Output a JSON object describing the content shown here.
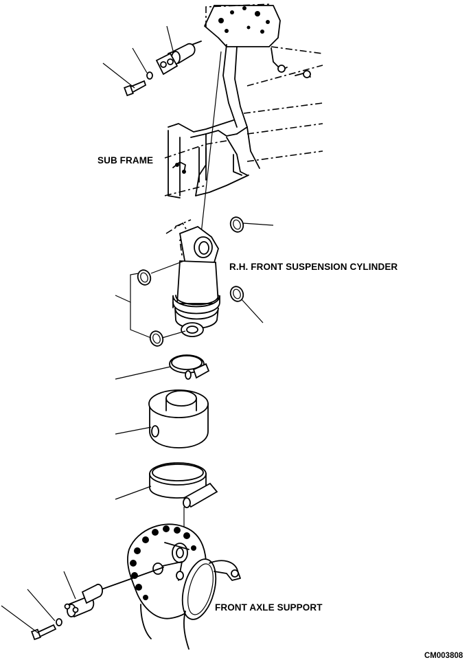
{
  "labels": {
    "sub_frame": "SUB FRAME",
    "cylinder": "R.H. FRONT SUSPENSION CYLINDER",
    "axle_support": "FRONT AXLE SUPPORT",
    "drawing_code": "CM003808"
  }
}
